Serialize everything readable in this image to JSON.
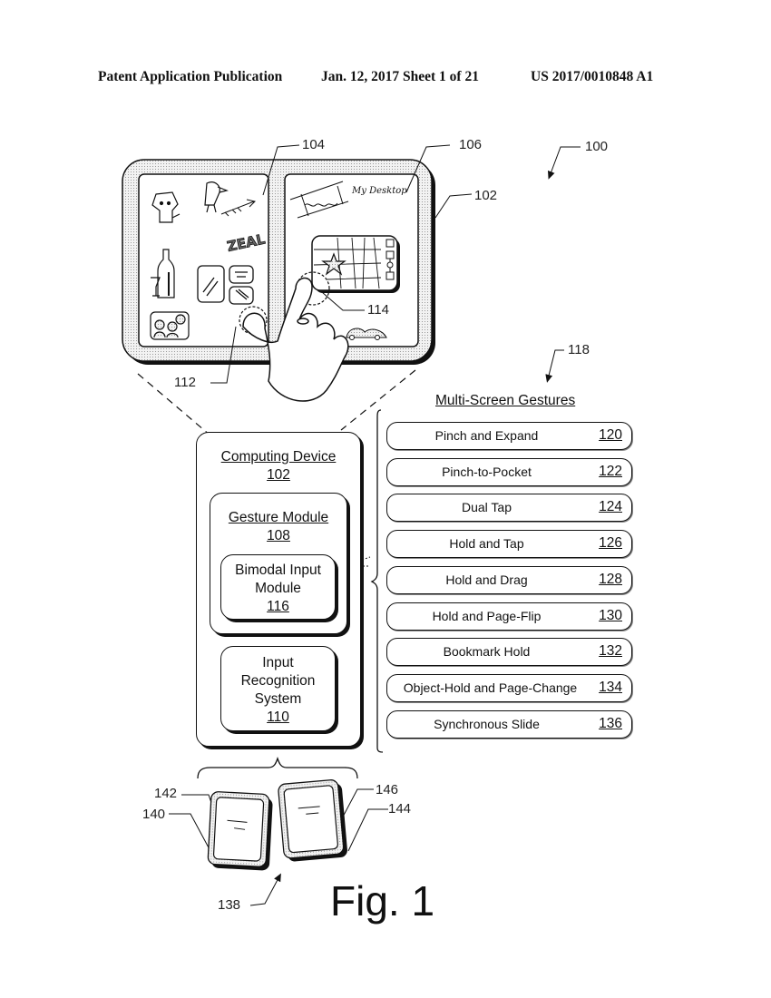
{
  "header": {
    "publication": "Patent Application Publication",
    "date_sheet": "Jan. 12, 2017  Sheet 1 of 21",
    "pub_number": "US 2017/0010848 A1"
  },
  "references": {
    "r100": "100",
    "r102": "102",
    "r104": "104",
    "r106": "106",
    "r112": "112",
    "r114": "114",
    "r118": "118",
    "r138": "138",
    "r140": "140",
    "r142": "142",
    "r144": "144",
    "r146": "146"
  },
  "device_screen": {
    "desktop_label": "My Desktop",
    "sticker_text": "ZEAL"
  },
  "computing_device": {
    "title": "Computing Device",
    "ref": "102",
    "gesture_module": {
      "title": "Gesture Module",
      "ref": "108",
      "bimodal": {
        "line1": "Bimodal Input",
        "line2": "Module",
        "ref": "116"
      }
    },
    "input_recognition": {
      "line1": "Input",
      "line2": "Recognition",
      "line3": "System",
      "ref": "110"
    }
  },
  "gestures": {
    "title": "Multi-Screen Gestures",
    "items": [
      {
        "label": "Pinch and Expand",
        "ref": "120"
      },
      {
        "label": "Pinch-to-Pocket",
        "ref": "122"
      },
      {
        "label": "Dual Tap",
        "ref": "124"
      },
      {
        "label": "Hold and Tap",
        "ref": "126"
      },
      {
        "label": "Hold and Drag",
        "ref": "128"
      },
      {
        "label": "Hold and Page-Flip",
        "ref": "130"
      },
      {
        "label": "Bookmark Hold",
        "ref": "132"
      },
      {
        "label": "Object-Hold and Page-Change",
        "ref": "134"
      },
      {
        "label": "Synchronous Slide",
        "ref": "136"
      }
    ]
  },
  "figure_label": "Fig. 1"
}
